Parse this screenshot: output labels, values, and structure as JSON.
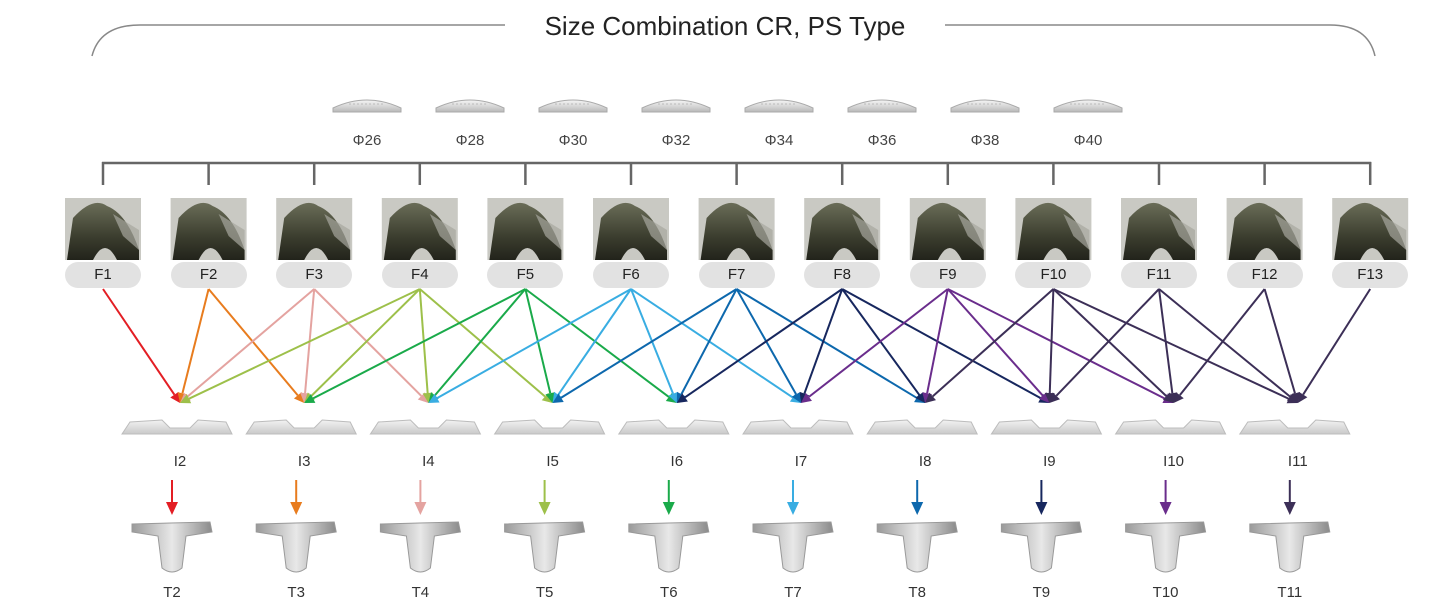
{
  "title": "Size Combination CR, PS Type",
  "patella_sizes": [
    "Φ26",
    "Φ28",
    "Φ30",
    "Φ32",
    "Φ34",
    "Φ36",
    "Φ38",
    "Φ40"
  ],
  "femoral_components": [
    "F1",
    "F2",
    "F3",
    "F4",
    "F5",
    "F6",
    "F7",
    "F8",
    "F9",
    "F10",
    "F11",
    "F12",
    "F13"
  ],
  "inserts": [
    "I2",
    "I3",
    "I4",
    "I5",
    "I6",
    "I7",
    "I8",
    "I9",
    "I10",
    "I11"
  ],
  "tibial_components": [
    "T2",
    "T3",
    "T4",
    "T5",
    "T6",
    "T7",
    "T8",
    "T9",
    "T10",
    "T11"
  ],
  "colors": [
    "#e31e24",
    "#e87c1e",
    "#e4a3a0",
    "#9dc04a",
    "#1aaa4a",
    "#39ade2",
    "#0d68ad",
    "#17275e",
    "#6a2d8c",
    "#3c2f57",
    "#3c2f57",
    "#3c2f57",
    "#3c2f57"
  ],
  "connections": [
    {
      "from": "F1",
      "to": [
        "I2"
      ]
    },
    {
      "from": "F2",
      "to": [
        "I2",
        "I3"
      ]
    },
    {
      "from": "F3",
      "to": [
        "I2",
        "I3",
        "I4"
      ]
    },
    {
      "from": "F4",
      "to": [
        "I2",
        "I3",
        "I4",
        "I5"
      ]
    },
    {
      "from": "F5",
      "to": [
        "I3",
        "I4",
        "I5",
        "I6"
      ]
    },
    {
      "from": "F6",
      "to": [
        "I4",
        "I5",
        "I6",
        "I7"
      ]
    },
    {
      "from": "F7",
      "to": [
        "I5",
        "I6",
        "I7",
        "I8"
      ]
    },
    {
      "from": "F8",
      "to": [
        "I6",
        "I7",
        "I8",
        "I9"
      ]
    },
    {
      "from": "F9",
      "to": [
        "I7",
        "I8",
        "I9",
        "I10"
      ]
    },
    {
      "from": "F10",
      "to": [
        "I8",
        "I9",
        "I10",
        "I11"
      ]
    },
    {
      "from": "F11",
      "to": [
        "I9",
        "I10",
        "I11"
      ]
    },
    {
      "from": "F12",
      "to": [
        "I10",
        "I11"
      ]
    },
    {
      "from": "F13",
      "to": [
        "I11"
      ]
    }
  ],
  "icons": {
    "patella": "patella-button-icon",
    "femoral": "femoral-component-icon",
    "insert": "tibial-insert-icon",
    "tibia": "tibial-tray-icon"
  }
}
